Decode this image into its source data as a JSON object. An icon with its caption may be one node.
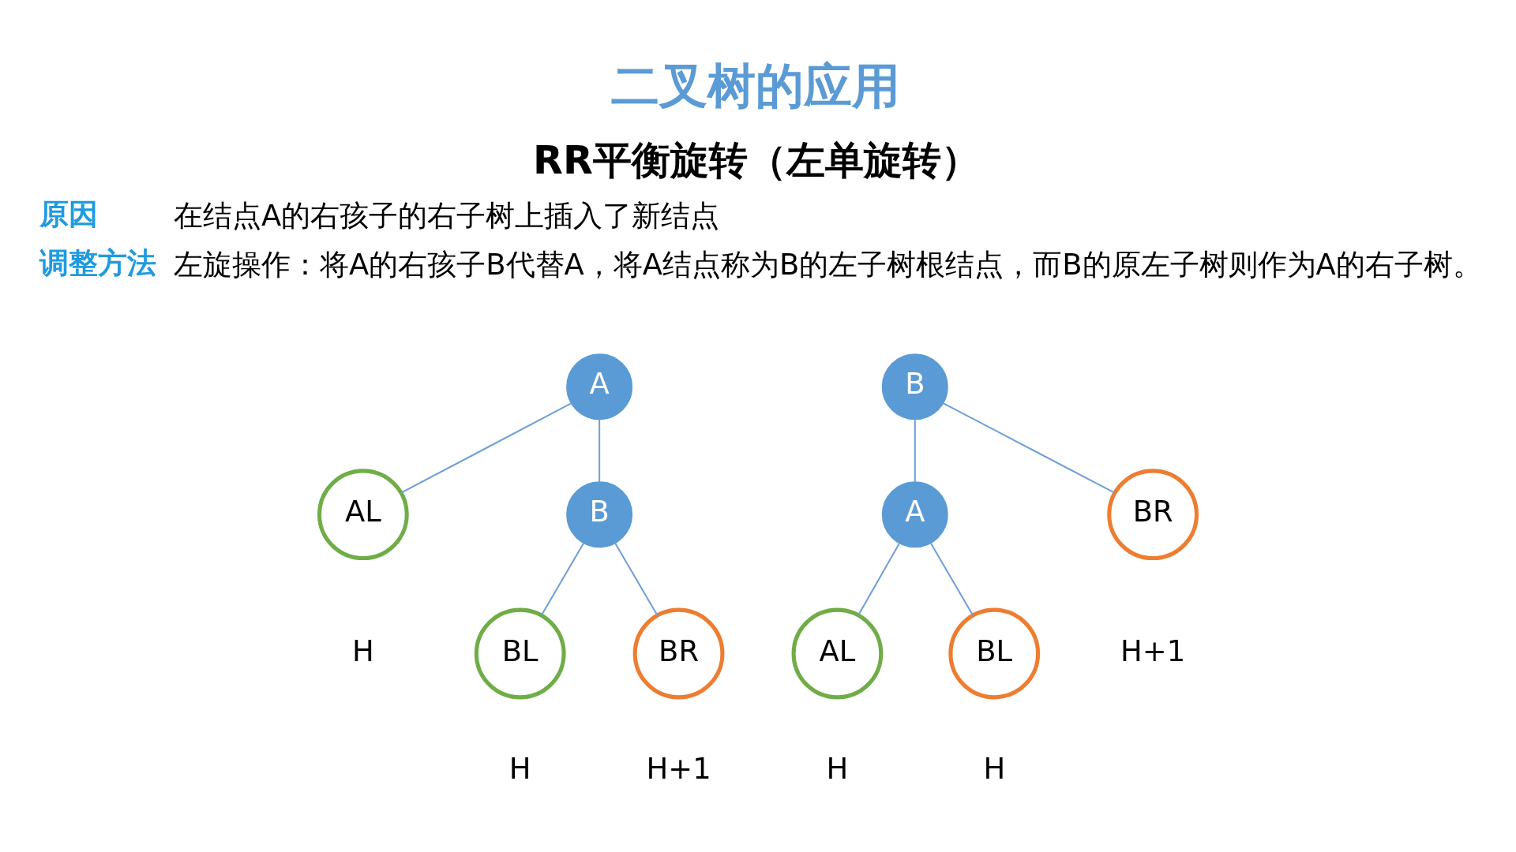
{
  "diagram": {
    "title": "二叉树的应用",
    "nodes": [
      {
        "text": [
          "A"
        ]
      },
      {
        "text": [
          "AL"
        ],
        "beside": [
          "H"
        ]
      },
      {
        "text": [
          "B"
        ]
      },
      {
        "text": [
          "BL"
        ],
        "beside": [
          "H"
        ]
      },
      {
        "text": [
          "BR"
        ],
        "beside": [
          "H+1"
        ]
      },
      {
        "text": [
          "B"
        ]
      },
      {
        "text": [
          "A"
        ]
      },
      {
        "text": [
          "BR"
        ],
        "beside": [
          "H+1"
        ]
      },
      {
        "text": [
          "AL"
        ],
        "beside": [
          "H"
        ]
      },
      {
        "text": [
          "BL"
        ],
        "beside": [
          "H"
        ]
      }
    ],
    "edges": [
      {
        "from": 0,
        "to": 1,
        "arrow": "none"
      },
      {
        "from": 0,
        "to": 2,
        "arrow": "none"
      },
      {
        "from": 2,
        "to": 3,
        "arrow": "none"
      },
      {
        "from": 2,
        "to": 4,
        "arrow": "none"
      },
      {
        "from": 5,
        "to": 6,
        "arrow": "none"
      },
      {
        "from": 5,
        "to": 7,
        "arrow": "none"
      },
      {
        "from": 6,
        "to": 8,
        "arrow": "none"
      },
      {
        "from": 6,
        "to": 9,
        "arrow": "none"
      }
    ],
    "labels": [
      "RR平衡旋转（左单旋转）",
      "原因",
      "在结点A的右孩子的右子树上插入了新结点",
      "调整方法",
      "左旋操作：将A的右孩子B代替A，将A结点称为B的左子树根结点，而B的原左子树则作为A的右子树。"
    ]
  }
}
